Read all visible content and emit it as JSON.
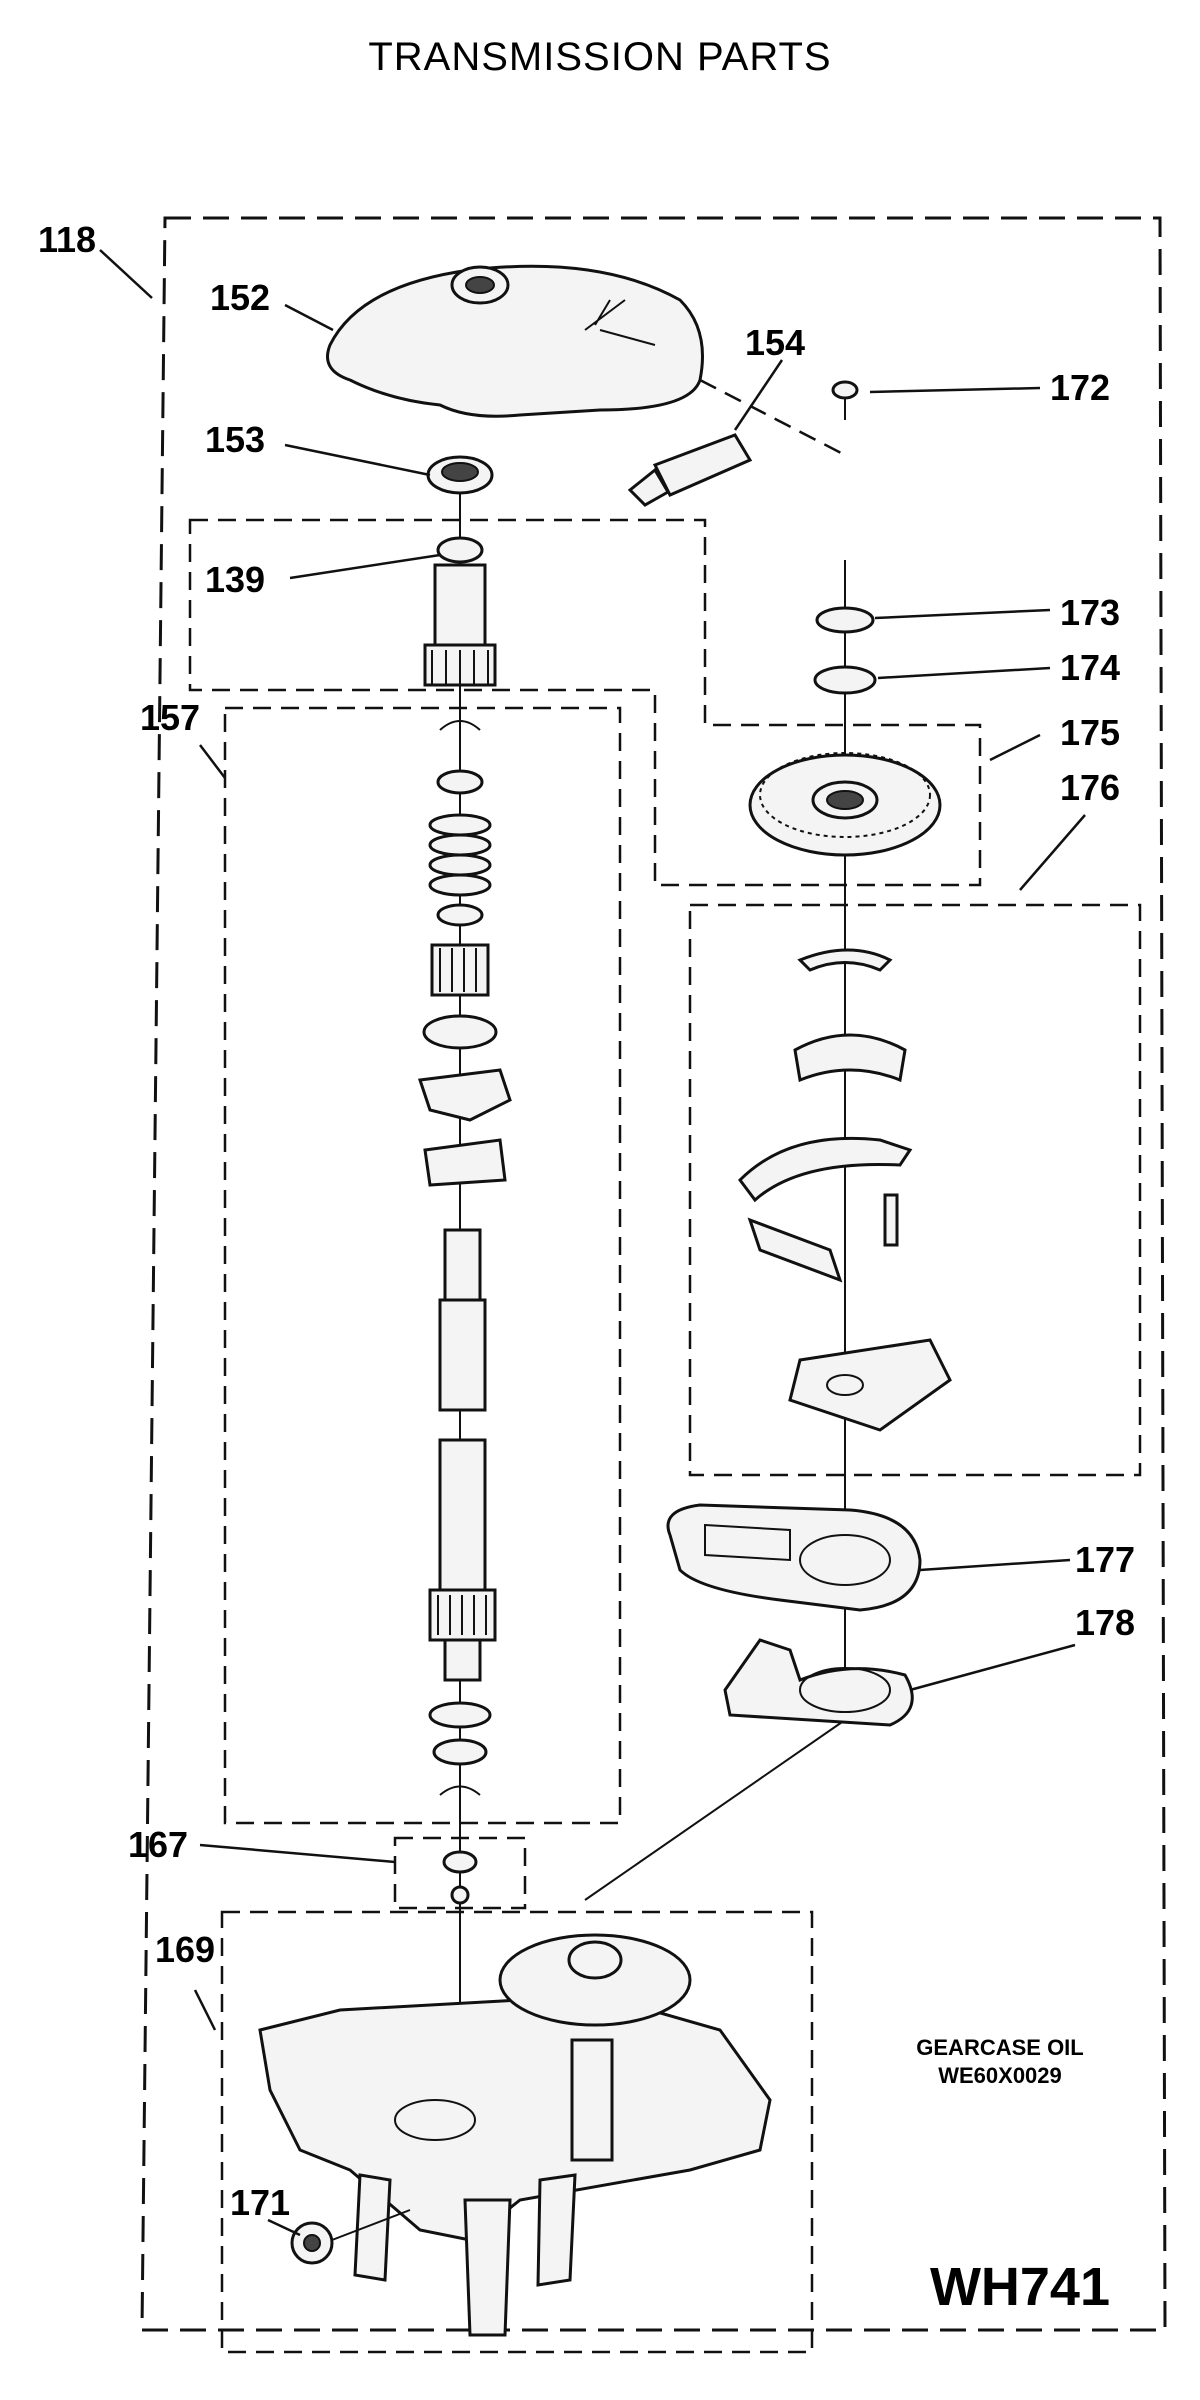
{
  "title": "TRANSMISSION PARTS",
  "callouts": {
    "c118": "118",
    "c152": "152",
    "c154": "154",
    "c172": "172",
    "c153": "153",
    "c139": "139",
    "c173": "173",
    "c174": "174",
    "c157": "157",
    "c175": "175",
    "c176": "176",
    "c177": "177",
    "c178": "178",
    "c167": "167",
    "c169": "169",
    "c171": "171"
  },
  "note": {
    "line1": "GEARCASE OIL",
    "line2": "WE60X0029"
  },
  "model": "WH741"
}
